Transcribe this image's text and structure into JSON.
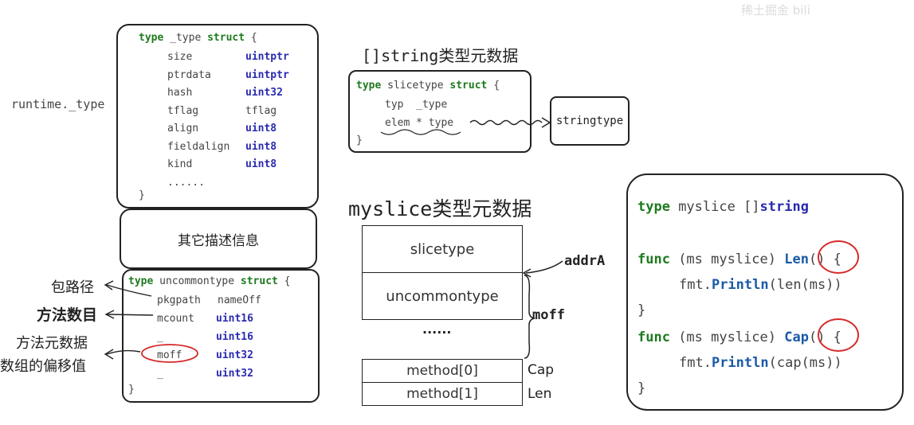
{
  "watermark": "稀土掘金 bili",
  "type_struct": {
    "header": [
      "type",
      " _type ",
      "struct",
      " {"
    ],
    "fields": [
      [
        "size",
        "uintptr"
      ],
      [
        "ptrdata",
        "uintptr"
      ],
      [
        "hash",
        "uint32"
      ],
      [
        "tflag",
        "tflag"
      ],
      [
        "align",
        "uint8"
      ],
      [
        "fieldalign",
        "uint8"
      ],
      [
        "kind",
        "uint8"
      ],
      [
        "......",
        ""
      ]
    ],
    "close": "}"
  },
  "runtime_label": "runtime._type",
  "other_info": "其它描述信息",
  "uncommon": {
    "header": [
      "type",
      " uncommontype ",
      "struct",
      " {"
    ],
    "fields": [
      [
        "pkgpath",
        "nameOff"
      ],
      [
        "mcount",
        "uint16"
      ],
      [
        "_",
        "uint16"
      ],
      [
        "moff",
        "uint32"
      ],
      [
        "_",
        "uint32"
      ]
    ],
    "close": "}"
  },
  "left_labels": {
    "pkgpath": "包路径",
    "mcount": "方法数目",
    "moff_1": "方法元数据",
    "moff_2": "数组的偏移值"
  },
  "slicetype_title": "[]string类型元数据",
  "slicetype": {
    "header": [
      "type",
      " slicetype ",
      "struct",
      " {"
    ],
    "fields": [
      "typ  _type",
      "elem * type"
    ],
    "close": "}"
  },
  "stringtype": "stringtype",
  "myslice_title": "myslice类型元数据",
  "layout": {
    "cells": [
      "slicetype",
      "uncommontype",
      "......"
    ],
    "methods": [
      "method[0]",
      "method[1]"
    ],
    "method_labels": [
      "Cap",
      "Len"
    ],
    "addrA": "addrA",
    "moff": "moff"
  },
  "code": {
    "line1": [
      "type",
      " myslice []",
      "string"
    ],
    "func1": [
      "func",
      " (ms myslice) ",
      "Len",
      "() {"
    ],
    "body1": [
      "fmt.",
      "Println",
      "(len(ms))"
    ],
    "close1": "}",
    "func2": [
      "func",
      " (ms myslice) ",
      "Cap",
      "() {"
    ],
    "body2": [
      "fmt.",
      "Println",
      "(cap(ms))"
    ],
    "close2": "}"
  },
  "colors": {
    "keyword": "#1f7a1f",
    "type": "#2a2ab0",
    "method": "#1a5aa8",
    "highlight_circle": "#d62a2a"
  }
}
